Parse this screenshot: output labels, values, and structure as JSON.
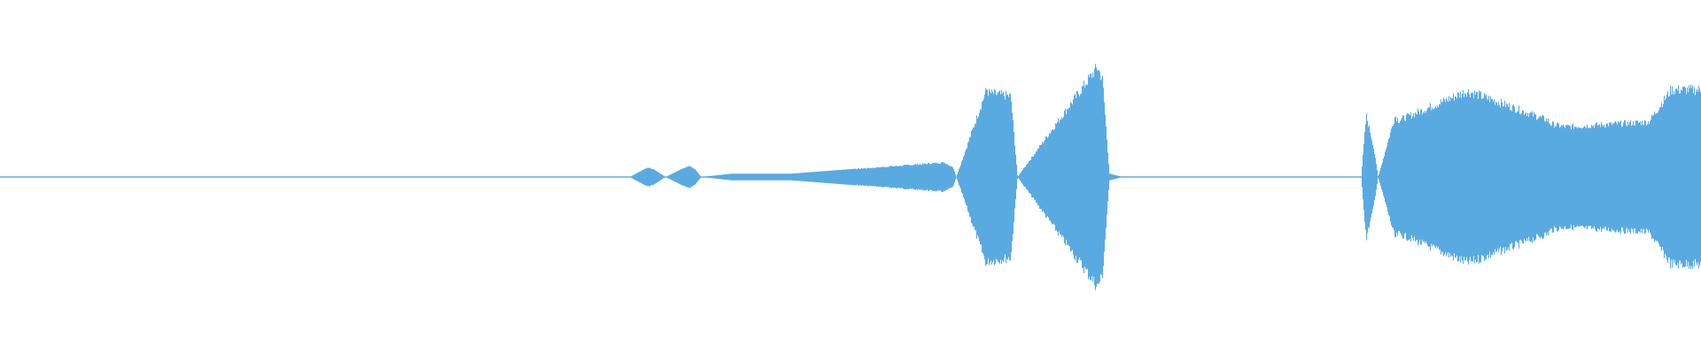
{
  "waveform": {
    "color": "#5aaae2",
    "background": "#ffffff"
  },
  "chart_data": {
    "type": "area",
    "title": "",
    "xlabel": "",
    "ylabel": "",
    "xlim": [
      0,
      1
    ],
    "ylim": [
      -1,
      1
    ],
    "grid": false,
    "legend": "none",
    "x": [
      0.0,
      0.37,
      0.381,
      0.385,
      0.391,
      0.405,
      0.408,
      0.412,
      0.43,
      0.465,
      0.555,
      0.56,
      0.562,
      0.58,
      0.581,
      0.594,
      0.598,
      0.645,
      0.648,
      0.652,
      0.66,
      0.8,
      0.803,
      0.807,
      0.81,
      0.82,
      0.822,
      0.862,
      0.866,
      0.91,
      0.911,
      0.92,
      0.969,
      0.981,
      0.982,
      1.0
    ],
    "series": [
      {
        "values": [
          0.0,
          0.0,
          0.06,
          0.04,
          0.0,
          0.07,
          0.05,
          0.0,
          0.02,
          0.02,
          0.09,
          0.06,
          0.0,
          0.55,
          0.52,
          0.5,
          0.0,
          0.68,
          0.6,
          0.02,
          0.0,
          0.0,
          0.38,
          0.2,
          0.0,
          0.38,
          0.35,
          0.53,
          0.52,
          0.35,
          0.33,
          0.31,
          0.34,
          0.52,
          0.54,
          0.54
        ]
      }
    ]
  }
}
